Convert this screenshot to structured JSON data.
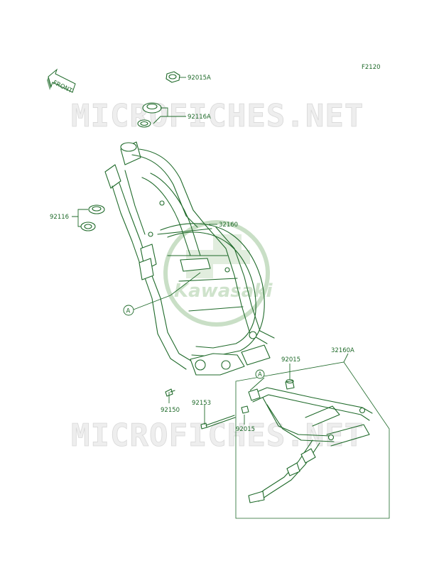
{
  "figure_code": "F2120",
  "front_arrow_label": "FRONT",
  "watermark_text": "MICROFICHES.NET",
  "brand_watermark": "Kawasaki",
  "colors": {
    "line": "#1f6a2a",
    "watermark": "#d8d8d8",
    "brand_circle": "#c9dfc6"
  },
  "callouts": {
    "ref_a": "A",
    "ref_a_sub": "A"
  },
  "parts": [
    {
      "id": "p92015A",
      "number": "92015A"
    },
    {
      "id": "p92116A",
      "number": "92116A"
    },
    {
      "id": "p92116",
      "number": "92116"
    },
    {
      "id": "p32160",
      "number": "32160"
    },
    {
      "id": "p32160A",
      "number": "32160A"
    },
    {
      "id": "p92015a",
      "number": "92015"
    },
    {
      "id": "p92015b",
      "number": "92015"
    },
    {
      "id": "p92150",
      "number": "92150"
    },
    {
      "id": "p92153",
      "number": "92153"
    }
  ]
}
